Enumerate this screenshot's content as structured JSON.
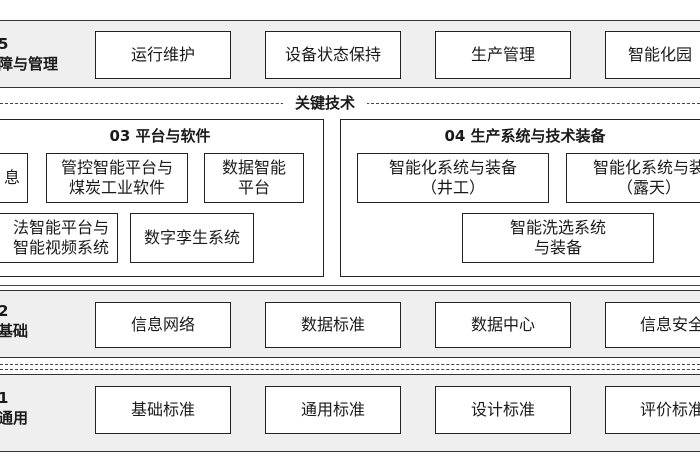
{
  "layer05": {
    "label": "5\n障与管理",
    "items": [
      "运行维护",
      "设备状态保持",
      "生产管理",
      "智能化园"
    ]
  },
  "key_tech": {
    "label": "关键技术",
    "platform": {
      "title": "03 平台与软件",
      "items": [
        "息",
        "管控智能平台与\n煤炭工业软件",
        "数据智能\n平台",
        "法智能平台与\n智能视频系统",
        "数字孪生系统"
      ]
    },
    "production": {
      "title": "04 生产系统与技术装备",
      "items": [
        "智能化系统与装备\n（井工）",
        "智能化系统与装\n（露天）",
        "智能洗选系统\n与装备"
      ]
    }
  },
  "layer02": {
    "label": "2\n基础",
    "items": [
      "信息网络",
      "数据标准",
      "数据中心",
      "信息安全"
    ]
  },
  "layer01": {
    "label": "1\n通用",
    "items": [
      "基础标准",
      "通用标准",
      "设计标准",
      "评价标准"
    ]
  }
}
